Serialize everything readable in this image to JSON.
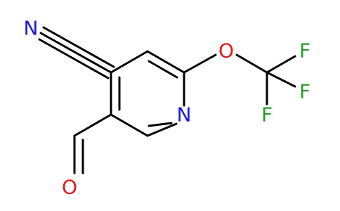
{
  "molecule": {
    "atoms": [
      {
        "id": "n_nitrile",
        "symbol": "N",
        "color": "#1a1ad8"
      },
      {
        "id": "n_ring",
        "symbol": "N",
        "color": "#1a1ad8"
      },
      {
        "id": "o_ether",
        "symbol": "O",
        "color": "#e01a1a"
      },
      {
        "id": "o_aldehyde",
        "symbol": "O",
        "color": "#e01a1a"
      },
      {
        "id": "f1",
        "symbol": "F",
        "color": "#2a9a2a"
      },
      {
        "id": "f2",
        "symbol": "F",
        "color": "#2a9a2a"
      },
      {
        "id": "f3",
        "symbol": "F",
        "color": "#2a9a2a"
      }
    ]
  }
}
